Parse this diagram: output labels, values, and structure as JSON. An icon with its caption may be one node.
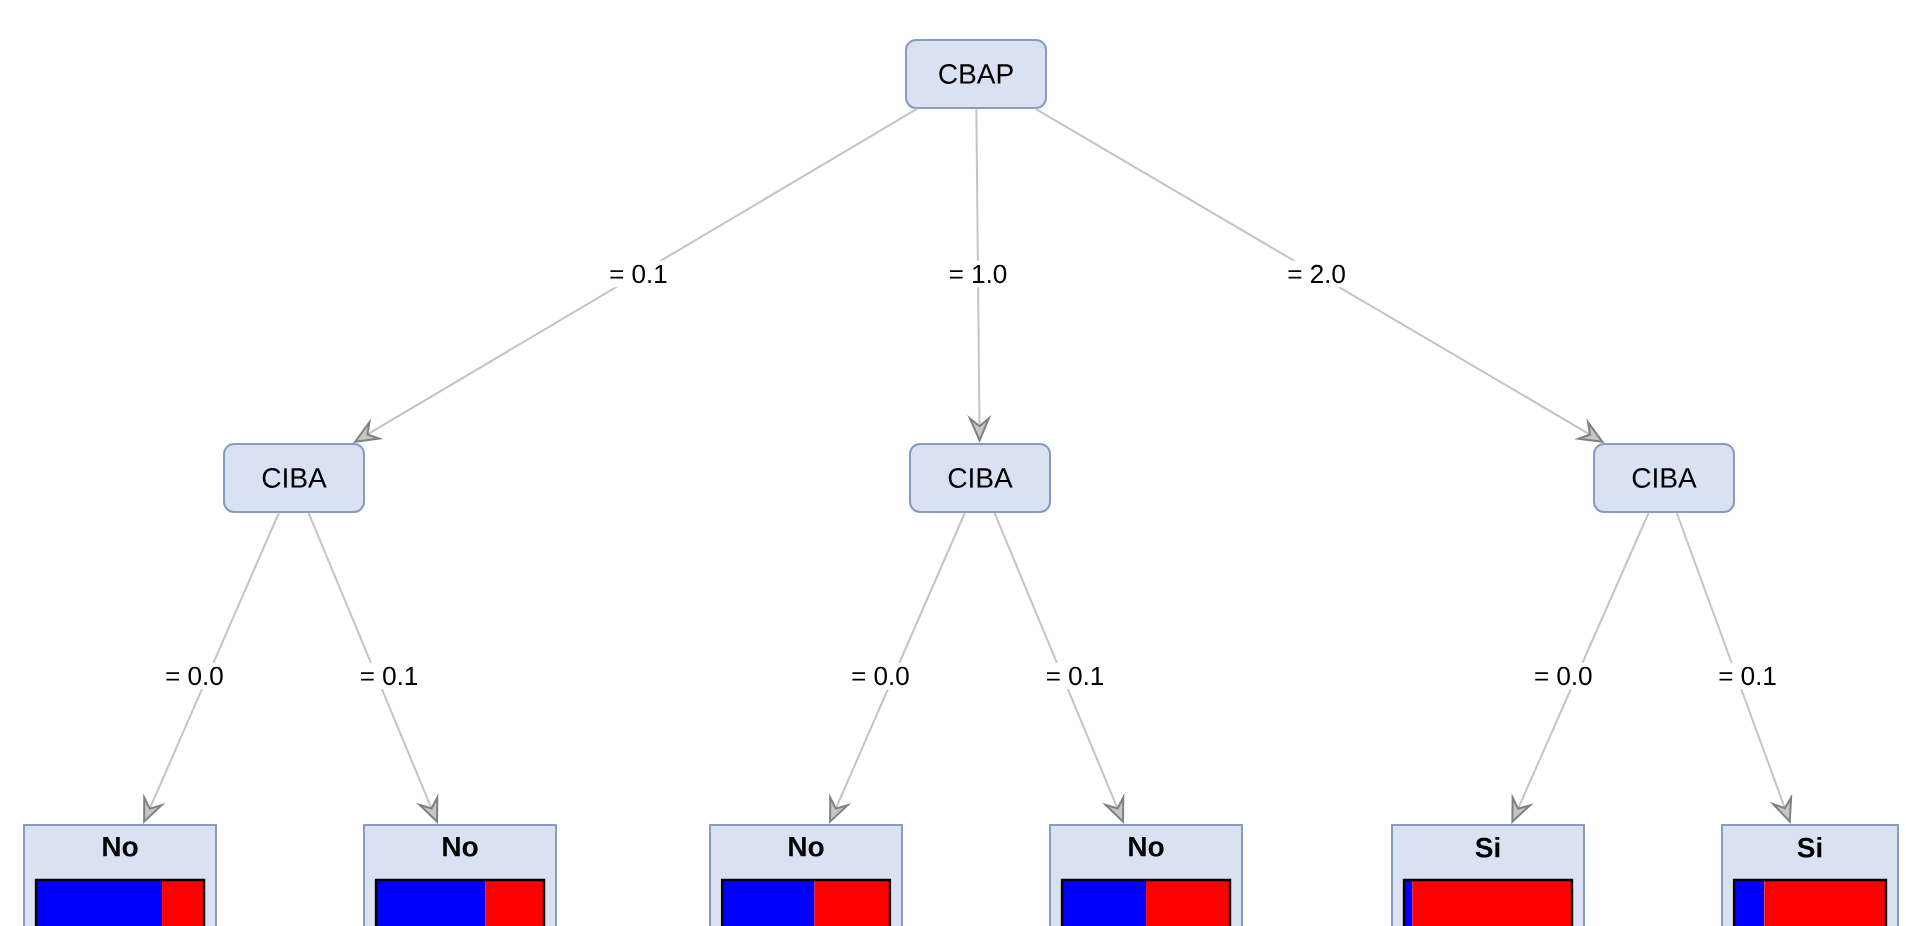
{
  "diagram": {
    "nodes": [
      {
        "text": [
          "CBAP"
        ]
      },
      {
        "text": [
          "CIBA"
        ]
      },
      {
        "text": [
          "CIBA"
        ]
      },
      {
        "text": [
          "CIBA"
        ]
      },
      {
        "text": [
          "No"
        ]
      },
      {
        "text": [
          "No"
        ]
      },
      {
        "text": [
          "No"
        ]
      },
      {
        "text": [
          "No"
        ]
      },
      {
        "text": [
          "Si"
        ]
      },
      {
        "text": [
          "Si"
        ]
      }
    ],
    "edges": [
      {
        "from": 0,
        "to": 1,
        "arrow": "to",
        "label": "= 0.1"
      },
      {
        "from": 0,
        "to": 2,
        "arrow": "to",
        "label": "= 1.0"
      },
      {
        "from": 0,
        "to": 3,
        "arrow": "to",
        "label": "= 2.0"
      },
      {
        "from": 1,
        "to": 4,
        "arrow": "to",
        "label": "= 0.0"
      },
      {
        "from": 1,
        "to": 5,
        "arrow": "to",
        "label": "= 0.1"
      },
      {
        "from": 2,
        "to": 6,
        "arrow": "to",
        "label": "= 0.0"
      },
      {
        "from": 2,
        "to": 7,
        "arrow": "to",
        "label": "= 0.1"
      },
      {
        "from": 3,
        "to": 8,
        "arrow": "to",
        "label": "= 0.0"
      },
      {
        "from": 3,
        "to": 9,
        "arrow": "to",
        "label": "= 0.1"
      }
    ]
  }
}
